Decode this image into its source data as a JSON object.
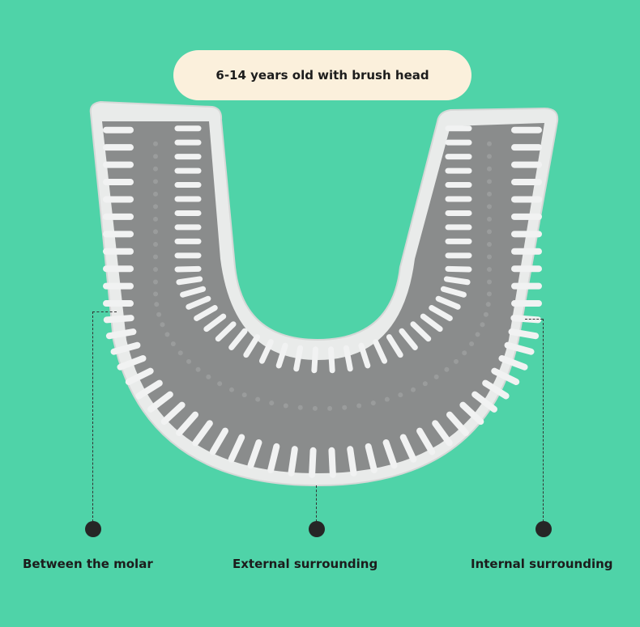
{
  "banner": {
    "text": "6-14 years old with brush head"
  },
  "labels": {
    "left": "Between the molar",
    "center": "External surrounding",
    "right": "Internal surrounding"
  },
  "colors": {
    "background": "#4fd3a8",
    "banner": "#fbf0dc",
    "shell": "#e9ebea",
    "brush_base": "#8a8c8c",
    "bristle": "#f1f2f2",
    "marker": "#262626"
  }
}
